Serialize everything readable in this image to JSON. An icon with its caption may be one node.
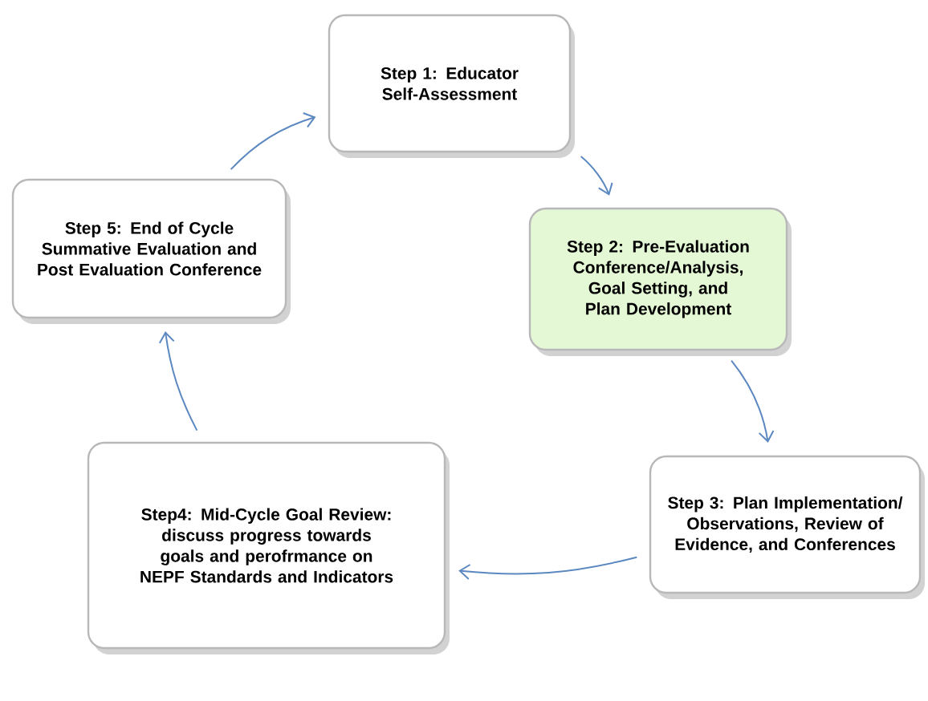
{
  "diagram": {
    "nodes": [
      {
        "text": [
          "Step 1: Educator Self-Assessment"
        ]
      },
      {
        "text": [
          "Step 2: Pre-Evaluation Conference/Analysis, Goal Setting, and Plan Development"
        ]
      },
      {
        "text": [
          "Step 3: Plan Implementation/ Observations, Review of Evidence, and Conferences"
        ]
      },
      {
        "text": [
          "Step4: Mid-Cycle Goal Review: discuss progress towards goals and perofrmance on NEPF Standards and Indicators"
        ]
      },
      {
        "text": [
          "Step 5: End of Cycle Summative Evaluation and Post Evaluation Conference"
        ]
      }
    ],
    "edges": [
      {
        "from": 0,
        "to": 1,
        "arrow": "to"
      },
      {
        "from": 1,
        "to": 2,
        "arrow": "to"
      },
      {
        "from": 2,
        "to": 3,
        "arrow": "to"
      },
      {
        "from": 3,
        "to": 4,
        "arrow": "to"
      },
      {
        "from": 4,
        "to": 0,
        "arrow": "to"
      }
    ]
  }
}
